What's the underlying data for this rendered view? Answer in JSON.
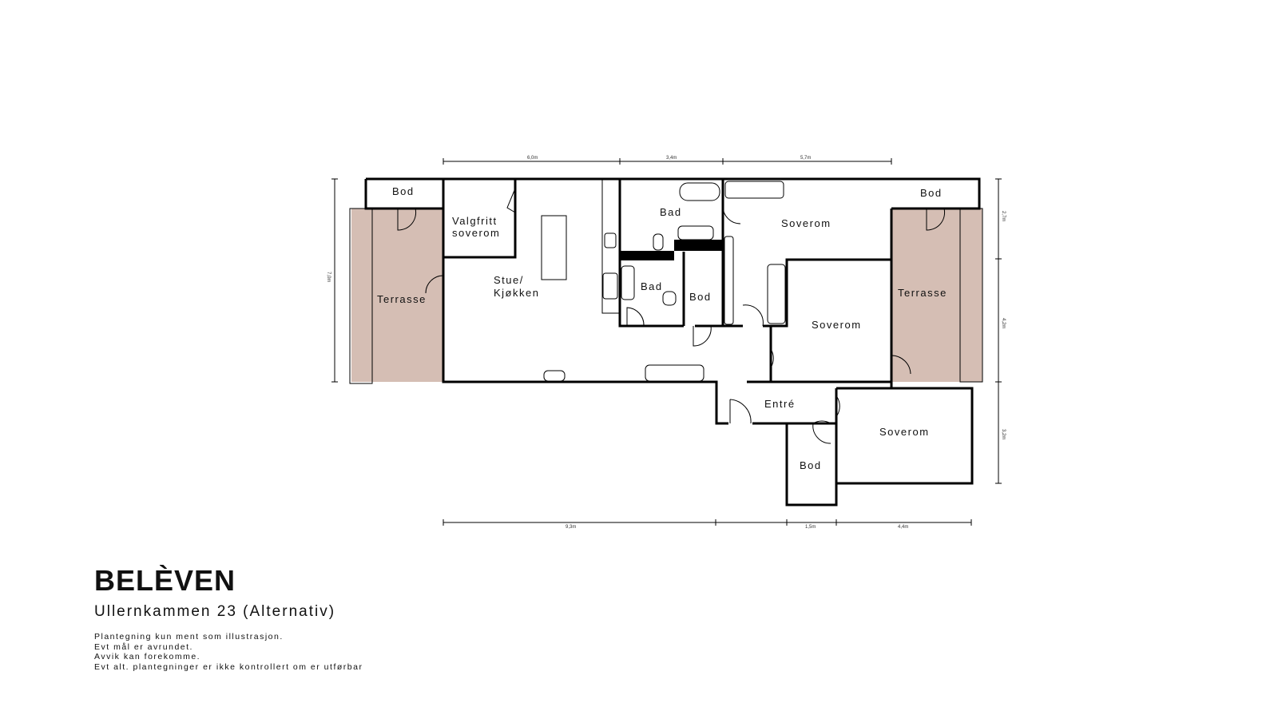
{
  "colors": {
    "terrace": "#d5beb4",
    "wall": "#000000"
  },
  "rooms": {
    "bod_left": "Bod",
    "valgfritt1": "Valgfritt",
    "valgfritt2": "soverom",
    "terrasse_left": "Terrasse",
    "stue1": "Stue/",
    "stue2": "Kjøkken",
    "bad_top": "Bad",
    "bad_small": "Bad",
    "bod_mid": "Bod",
    "soverom_top": "Soverom",
    "soverom_mid": "Soverom",
    "bod_right": "Bod",
    "terrasse_right": "Terrasse",
    "entre": "Entré",
    "bod_bottom": "Bod",
    "soverom_bottom": "Soverom"
  },
  "dimensions": {
    "top": [
      "6,0m",
      "3,4m",
      "5,7m"
    ],
    "bottom": [
      "9,3m",
      "1,5m",
      "4,4m"
    ],
    "left": "7,0m",
    "right": [
      "2,7m",
      "4,2m",
      "3,2m"
    ]
  },
  "brand": "BELÈVEN",
  "address": "Ullernkammen 23 (Alternativ)",
  "notes": [
    "Plantegning kun ment som illustrasjon.",
    "Evt mål er avrundet.",
    "Avvik kan forekomme.",
    "Evt alt. plantegninger er ikke kontrollert om er utførbar"
  ]
}
